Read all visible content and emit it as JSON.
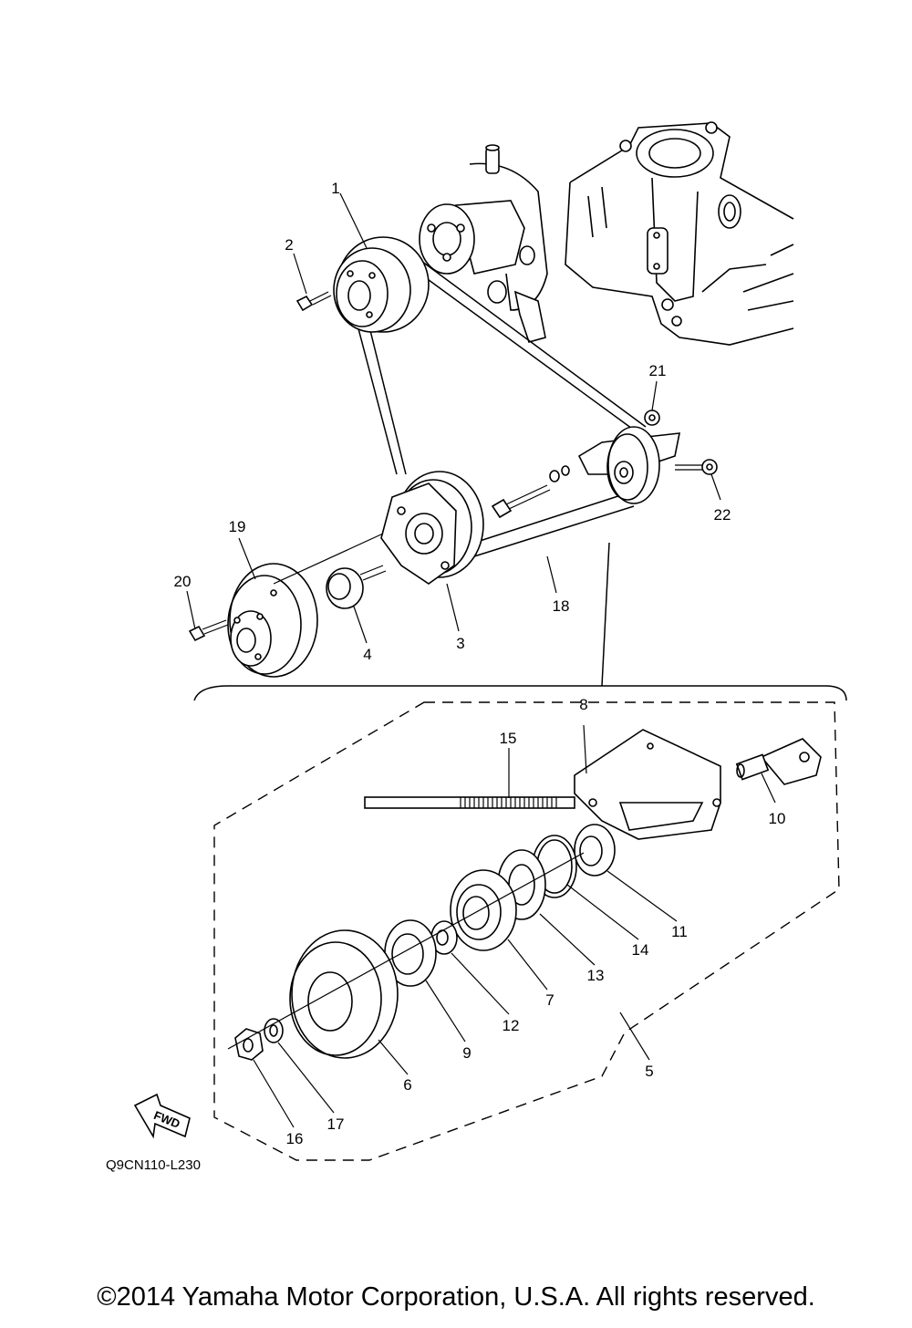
{
  "diagram_code": "Q9CN110-L230",
  "fwd_label": "FWD",
  "copyright": "©2014 Yamaha Motor Corporation, U.S.A. All rights reserved.",
  "callouts": [
    {
      "id": "1",
      "label": "1"
    },
    {
      "id": "2",
      "label": "2"
    },
    {
      "id": "3",
      "label": "3"
    },
    {
      "id": "4",
      "label": "4"
    },
    {
      "id": "5",
      "label": "5"
    },
    {
      "id": "6",
      "label": "6"
    },
    {
      "id": "7",
      "label": "7"
    },
    {
      "id": "8",
      "label": "8"
    },
    {
      "id": "9",
      "label": "9"
    },
    {
      "id": "10",
      "label": "10"
    },
    {
      "id": "11",
      "label": "11"
    },
    {
      "id": "12",
      "label": "12"
    },
    {
      "id": "13",
      "label": "13"
    },
    {
      "id": "14",
      "label": "14"
    },
    {
      "id": "15",
      "label": "15"
    },
    {
      "id": "16",
      "label": "16"
    },
    {
      "id": "17",
      "label": "17"
    },
    {
      "id": "18",
      "label": "18"
    },
    {
      "id": "19",
      "label": "19"
    },
    {
      "id": "20",
      "label": "20"
    },
    {
      "id": "21",
      "label": "21"
    },
    {
      "id": "22",
      "label": "22"
    }
  ]
}
